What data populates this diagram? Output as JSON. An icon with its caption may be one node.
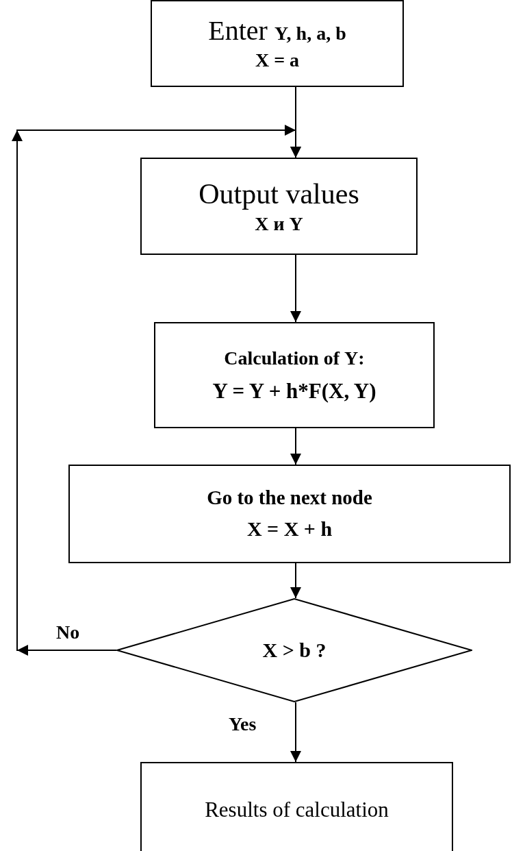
{
  "diagram": {
    "nodes": [
      {
        "text": [
          "Enter **Y, h, a, b**",
          "X = a"
        ]
      },
      {
        "text": [
          "Output values",
          "X и Y"
        ]
      },
      {
        "text": [
          "Calculation of **Y**:",
          "Y = Y + h*F(X, Y)"
        ]
      },
      {
        "text": [
          "Go to the next node",
          "X = X + h"
        ]
      },
      {
        "text": [
          "X > b ?"
        ]
      },
      {
        "text": [
          "Results of calculation"
        ]
      }
    ],
    "edges": [
      {
        "from": 0,
        "to": 1,
        "arrow": "to"
      },
      {
        "from": 1,
        "to": 2,
        "arrow": "to"
      },
      {
        "from": 2,
        "to": 3,
        "arrow": "to"
      },
      {
        "from": 3,
        "to": 4,
        "arrow": "to"
      },
      {
        "from": 4,
        "to": 5,
        "arrow": "to",
        "label": "Yes"
      },
      {
        "from": 4,
        "to": 1,
        "arrow": "to",
        "label": "No"
      }
    ]
  }
}
